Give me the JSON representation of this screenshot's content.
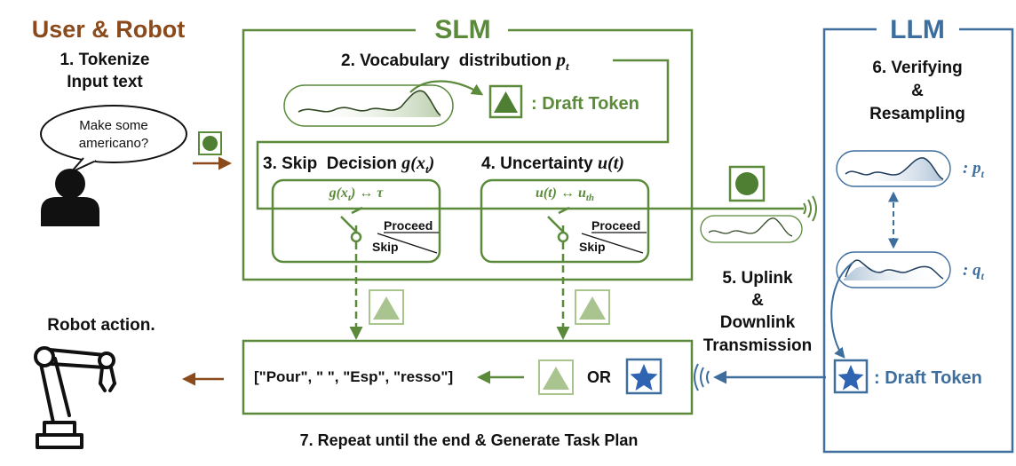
{
  "colors": {
    "green": "#5a8a3a",
    "green_fill": "#4f7f32",
    "green_light": "#a9c48e",
    "blue": "#3d6e9e",
    "blue_star": "#2f64b3",
    "brown": "#8b4a1c",
    "text": "#111111"
  },
  "user_robot": {
    "title": "User & Robot",
    "step1_line1": "1. Tokenize",
    "step1_line2": "Input text",
    "speech_line1": "Make some",
    "speech_line2": "americano?",
    "robot_action": "Robot action."
  },
  "slm": {
    "title": "SLM",
    "step2": "2. Vocabulary  distribution ",
    "step2_sym": "p",
    "step2_sub": "t",
    "draft_token": ": Draft Token",
    "step3": "3. Skip  Decision ",
    "step3_sym": "g(x",
    "step3_sub": "t",
    "step3_close": ")",
    "step4": "4. Uncertainty ",
    "step4_sym": "u(t)",
    "g_cond": "g(x",
    "g_cond_sub": "t",
    "g_cond_rest": ") ↔ τ",
    "u_cond": "u(t) ↔ u",
    "u_cond_sub": "th",
    "proceed": "Proceed",
    "skip": "Skip"
  },
  "llm": {
    "title": "LLM",
    "step6_line1": "6. Verifying",
    "step6_line2": "&",
    "step6_line3": "Resampling",
    "p_label": ": p",
    "p_sub": "t",
    "q_label": ": q",
    "q_sub": "t",
    "draft_token": ": Draft Token"
  },
  "transmission": {
    "line1": "5. Uplink",
    "line2": "&",
    "line3": "Downlink",
    "line4": "Transmission"
  },
  "output": {
    "tokens": "[\"Pour\", \" \", \"Esp\", \"resso\"]",
    "or": "OR",
    "step7": "7. Repeat until the end & Generate Task Plan"
  },
  "icons": [
    "user-icon",
    "speech-bubble",
    "robot-arm-icon",
    "draft-token-circle-icon",
    "draft-token-triangle-icon",
    "star-token-icon",
    "switch-icon",
    "antenna-wave-icon",
    "distribution-curve-icon"
  ]
}
